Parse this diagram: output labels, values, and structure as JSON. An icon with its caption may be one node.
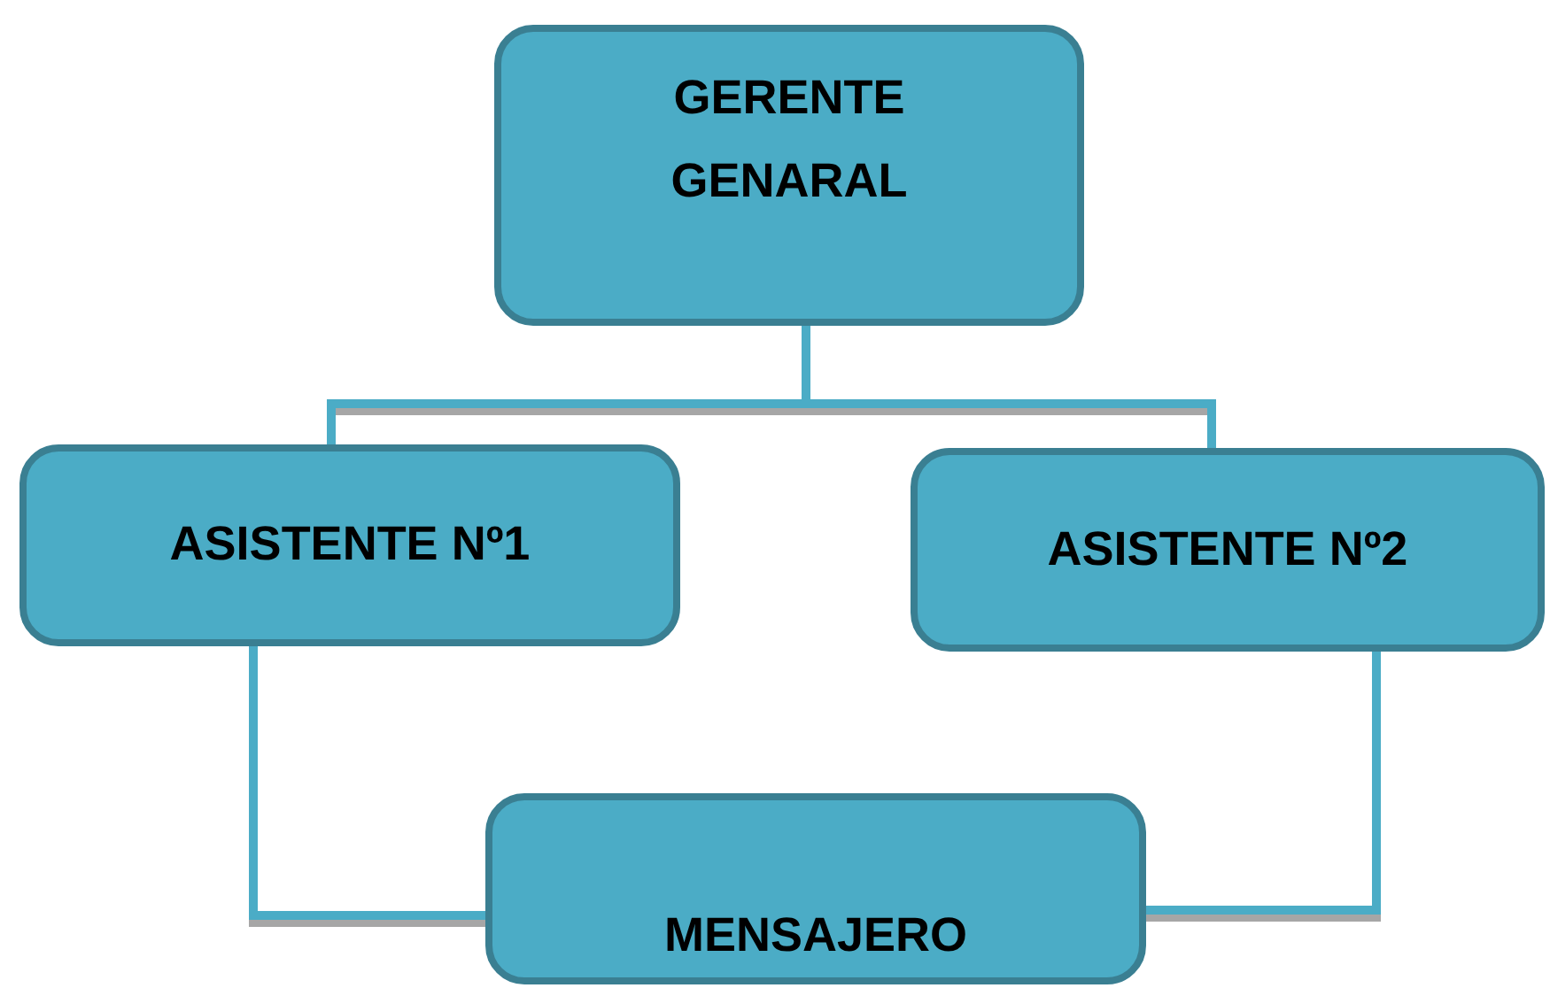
{
  "diagram": {
    "nodes": [
      {
        "text": [
          "GERENTE GENARAL"
        ]
      },
      {
        "text": [
          "ASISTENTE Nº1"
        ]
      },
      {
        "text": [
          "ASISTENTE Nº2"
        ]
      },
      {
        "text": [
          "MENSAJERO"
        ]
      }
    ],
    "edges": [
      {
        "from": 0,
        "to": 1,
        "arrow": "none"
      },
      {
        "from": 0,
        "to": 2,
        "arrow": "none"
      },
      {
        "from": 1,
        "to": 3,
        "arrow": "none"
      },
      {
        "from": 2,
        "to": 3,
        "arrow": "none"
      }
    ]
  }
}
